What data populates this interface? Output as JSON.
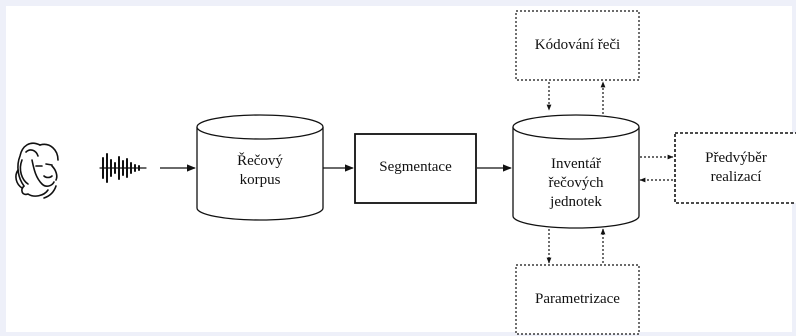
{
  "diagram": {
    "nodes": {
      "speech_corpus": {
        "label_line1": "Řečový",
        "label_line2": "korpus"
      },
      "segmentation": {
        "label": "Segmentace"
      },
      "unit_inventory": {
        "label_line1": "Inventář",
        "label_line2": "řečových",
        "label_line3": "jednotek"
      },
      "speech_coding": {
        "label": "Kódování řeči"
      },
      "parametrization": {
        "label": "Parametrizace"
      },
      "preselection": {
        "label_line1": "Předvýběr",
        "label_line2": "realizací"
      }
    },
    "icons": [
      "speaker-face-icon",
      "waveform-icon"
    ],
    "edges": [
      {
        "from": "waveform-icon",
        "to": "speech_corpus",
        "style": "solid"
      },
      {
        "from": "speech_corpus",
        "to": "segmentation",
        "style": "solid"
      },
      {
        "from": "segmentation",
        "to": "unit_inventory",
        "style": "solid"
      },
      {
        "from": "speech_coding",
        "to": "unit_inventory",
        "style": "dotted"
      },
      {
        "from": "unit_inventory",
        "to": "speech_coding",
        "style": "dotted"
      },
      {
        "from": "unit_inventory",
        "to": "parametrization",
        "style": "dotted"
      },
      {
        "from": "parametrization",
        "to": "unit_inventory",
        "style": "dotted"
      },
      {
        "from": "unit_inventory",
        "to": "preselection",
        "style": "dotted"
      },
      {
        "from": "preselection",
        "to": "unit_inventory",
        "style": "dotted"
      }
    ],
    "colors": {
      "background": "#eef0f9",
      "page": "#ffffff",
      "ink": "#111111"
    }
  }
}
